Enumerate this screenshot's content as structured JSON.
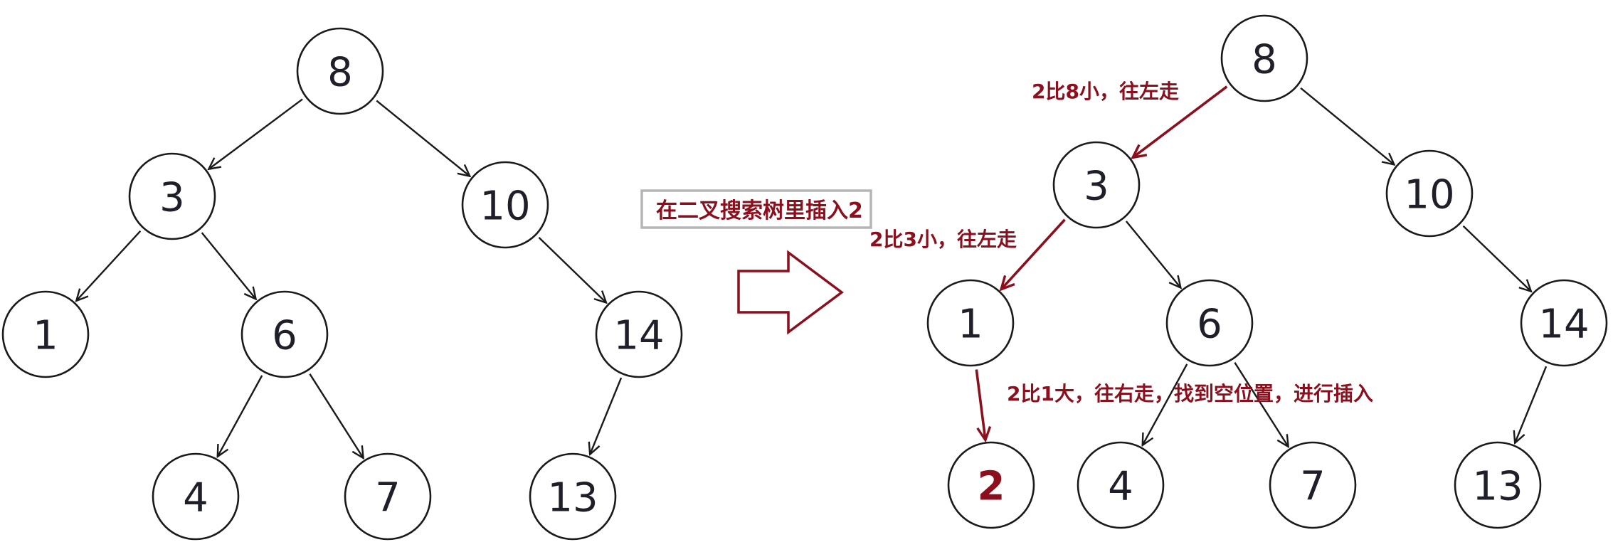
{
  "title": "在二叉搜索树里插入2",
  "colors": {
    "accent": "#8b0f1d",
    "node_stroke": "#1a1a1a",
    "title_border": "#b5b5b5"
  },
  "trees": {
    "before": {
      "nodes": [
        {
          "id": "n8",
          "label": "8"
        },
        {
          "id": "n3",
          "label": "3"
        },
        {
          "id": "n10",
          "label": "10"
        },
        {
          "id": "n1",
          "label": "1"
        },
        {
          "id": "n6",
          "label": "6"
        },
        {
          "id": "n14",
          "label": "14"
        },
        {
          "id": "n4",
          "label": "4"
        },
        {
          "id": "n7",
          "label": "7"
        },
        {
          "id": "n13",
          "label": "13"
        }
      ],
      "edges": [
        {
          "from": "n8",
          "to": "n3"
        },
        {
          "from": "n8",
          "to": "n10"
        },
        {
          "from": "n3",
          "to": "n1"
        },
        {
          "from": "n3",
          "to": "n6"
        },
        {
          "from": "n10",
          "to": "n14"
        },
        {
          "from": "n6",
          "to": "n4"
        },
        {
          "from": "n6",
          "to": "n7"
        },
        {
          "from": "n14",
          "to": "n13"
        }
      ]
    },
    "after": {
      "nodes": [
        {
          "id": "n8",
          "label": "8"
        },
        {
          "id": "n3",
          "label": "3"
        },
        {
          "id": "n10",
          "label": "10"
        },
        {
          "id": "n1",
          "label": "1"
        },
        {
          "id": "n6",
          "label": "6"
        },
        {
          "id": "n14",
          "label": "14"
        },
        {
          "id": "n2",
          "label": "2",
          "inserted": true
        },
        {
          "id": "n4",
          "label": "4"
        },
        {
          "id": "n7",
          "label": "7"
        },
        {
          "id": "n13",
          "label": "13"
        }
      ],
      "edges": [
        {
          "from": "n8",
          "to": "n3",
          "search_path": true
        },
        {
          "from": "n8",
          "to": "n10"
        },
        {
          "from": "n3",
          "to": "n1",
          "search_path": true
        },
        {
          "from": "n3",
          "to": "n6"
        },
        {
          "from": "n10",
          "to": "n14"
        },
        {
          "from": "n1",
          "to": "n2",
          "search_path": true
        },
        {
          "from": "n6",
          "to": "n4"
        },
        {
          "from": "n6",
          "to": "n7"
        },
        {
          "from": "n14",
          "to": "n13"
        }
      ]
    }
  },
  "annotations": {
    "step1": "2比8小，往左走",
    "step2": "2比3小，往左走",
    "step3": "2比1大，往右走，找到空位置，进行插入"
  }
}
